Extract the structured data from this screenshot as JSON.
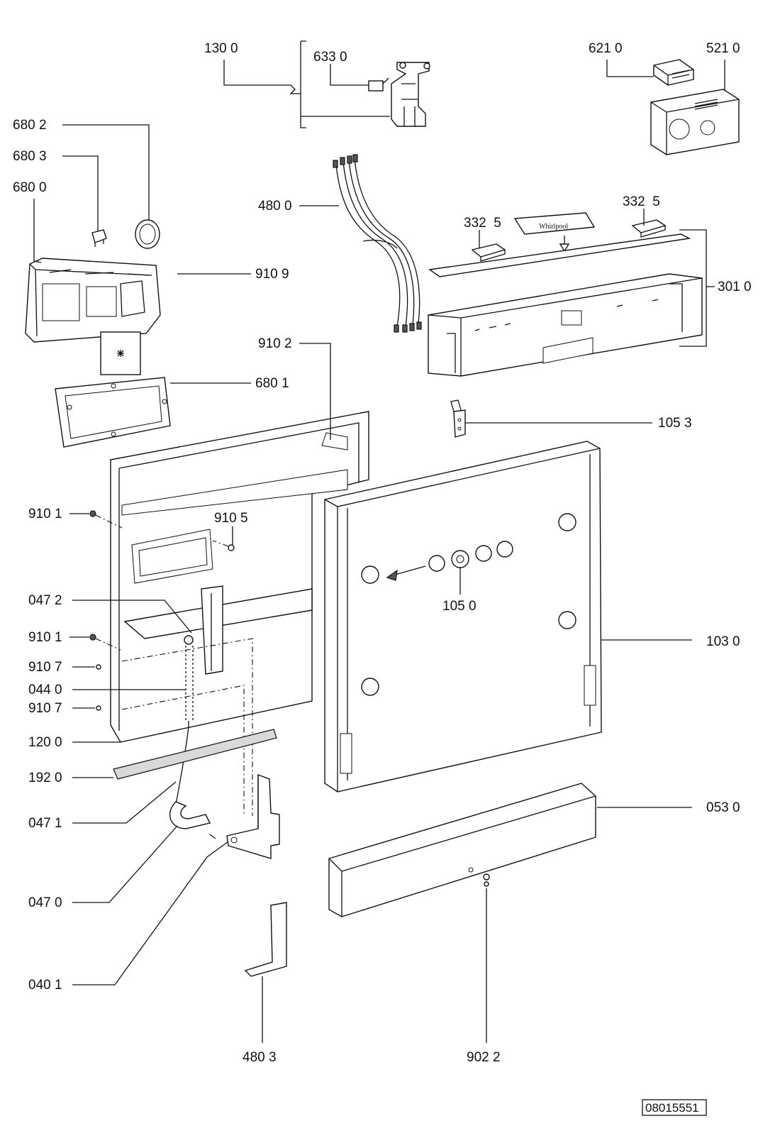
{
  "diagram": {
    "reference_code": "08015551",
    "brand_mark": "Whirlpool",
    "callouts": [
      {
        "id": "1300",
        "label": "130 0"
      },
      {
        "id": "6330",
        "label": "633 0"
      },
      {
        "id": "6210",
        "label": "621 0"
      },
      {
        "id": "5210",
        "label": "521 0"
      },
      {
        "id": "6802",
        "label": "680 2"
      },
      {
        "id": "6803",
        "label": "680 3"
      },
      {
        "id": "6800",
        "label": "680 0"
      },
      {
        "id": "4800",
        "label": "480 0"
      },
      {
        "id": "3325a",
        "label": "332  5"
      },
      {
        "id": "3325b",
        "label": "332  5"
      },
      {
        "id": "9109",
        "label": "910 9"
      },
      {
        "id": "3010",
        "label": "301 0"
      },
      {
        "id": "9102",
        "label": "910 2"
      },
      {
        "id": "6801",
        "label": "680 1"
      },
      {
        "id": "1053",
        "label": "105 3"
      },
      {
        "id": "9101a",
        "label": "910 1"
      },
      {
        "id": "9105",
        "label": "910 5"
      },
      {
        "id": "0472",
        "label": "047 2"
      },
      {
        "id": "1050",
        "label": "105 0"
      },
      {
        "id": "9101b",
        "label": "910 1"
      },
      {
        "id": "1030",
        "label": "103 0"
      },
      {
        "id": "9107a",
        "label": "910 7"
      },
      {
        "id": "0440",
        "label": "044 0"
      },
      {
        "id": "9107b",
        "label": "910 7"
      },
      {
        "id": "1200",
        "label": "120 0"
      },
      {
        "id": "1920",
        "label": "192 0"
      },
      {
        "id": "0530",
        "label": "053 0"
      },
      {
        "id": "0471",
        "label": "047 1"
      },
      {
        "id": "0470",
        "label": "047 0"
      },
      {
        "id": "0401",
        "label": "040 1"
      },
      {
        "id": "4803",
        "label": "480 3"
      },
      {
        "id": "9022",
        "label": "902 2"
      }
    ]
  }
}
